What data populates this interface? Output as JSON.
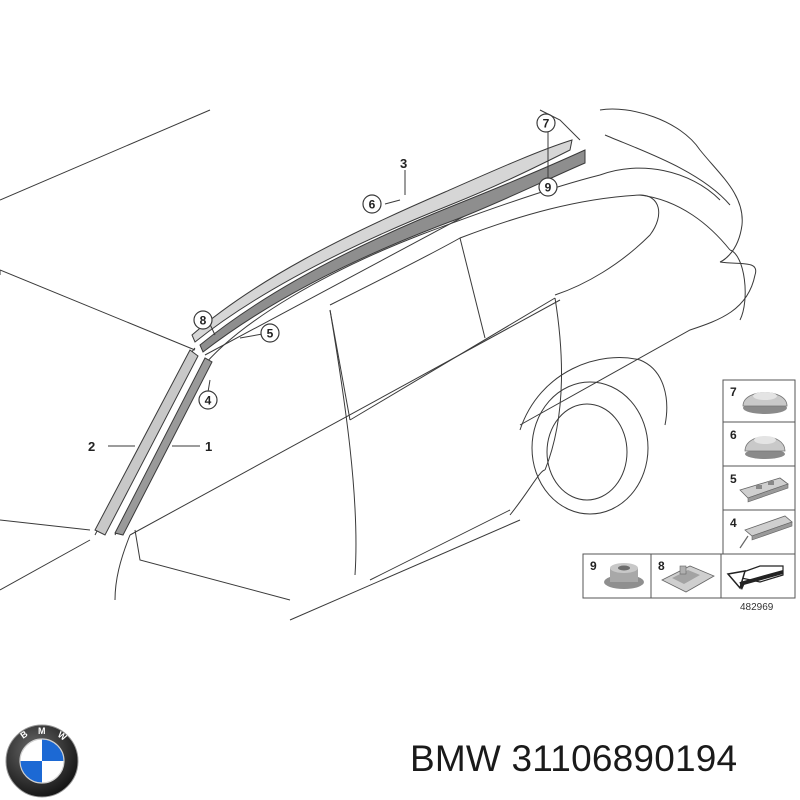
{
  "diagram": {
    "callouts": {
      "c1": "1",
      "c2": "2",
      "c3": "3",
      "c4": "4",
      "c5": "5",
      "c6": "6",
      "c7": "7",
      "c8": "8",
      "c9": "9"
    },
    "legend": {
      "l7": "7",
      "l6": "6",
      "l5": "5",
      "l4": "4",
      "l9": "9",
      "l8": "8"
    },
    "diagram_number": "482969"
  },
  "footer": {
    "part_text": "BMW 31106890194",
    "logo_letters": "BMW"
  },
  "colors": {
    "line": "#3a3a3a",
    "trim": "#b5b5b5",
    "part_gray": "#9a9a9a",
    "logo_blue": "#1c69d4"
  }
}
